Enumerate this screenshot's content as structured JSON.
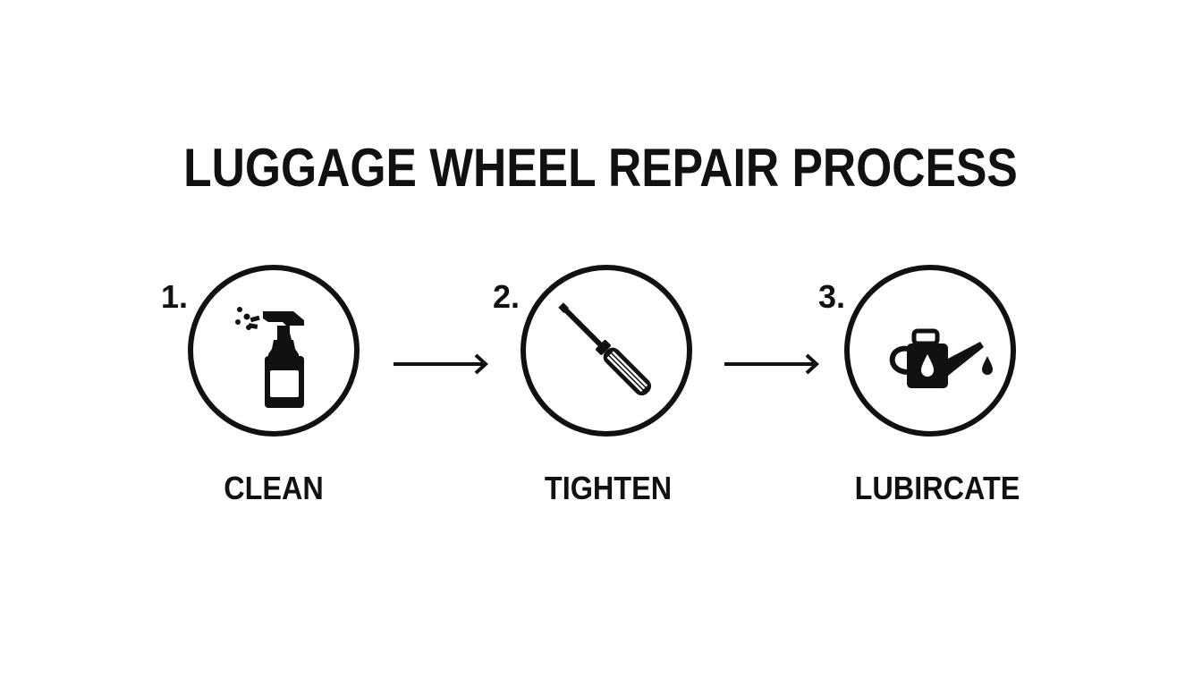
{
  "title": "LUGGAGE WHEEL REPAIR PROCESS",
  "steps": [
    {
      "number": "1.",
      "label": "CLEAN",
      "icon": "spray-bottle-icon"
    },
    {
      "number": "2.",
      "label": "TIGHTEN",
      "icon": "screwdriver-icon"
    },
    {
      "number": "3.",
      "label": "LUBIRCATE",
      "icon": "oil-can-icon"
    }
  ],
  "colors": {
    "ink": "#111111",
    "background": "#ffffff"
  }
}
